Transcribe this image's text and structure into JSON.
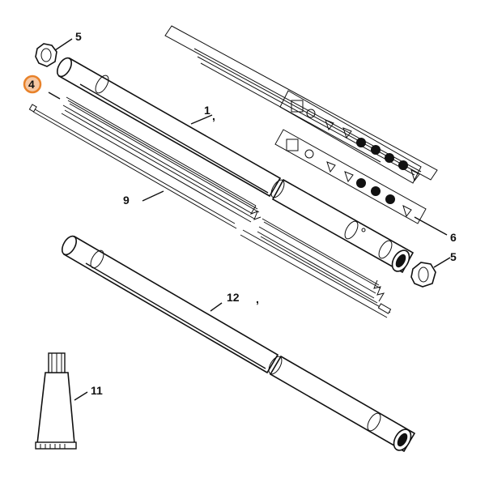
{
  "diagram": {
    "callouts": {
      "part_1": "1",
      "part_4": "4",
      "part_5_top": "5",
      "part_5_right": "5",
      "part_6": "6",
      "part_9": "9",
      "part_11": "11",
      "part_12": "12"
    },
    "highlight_color": "#e8822a",
    "highlight_fill": "#f6c8a4",
    "stray_marks": [
      ",",
      ","
    ]
  }
}
